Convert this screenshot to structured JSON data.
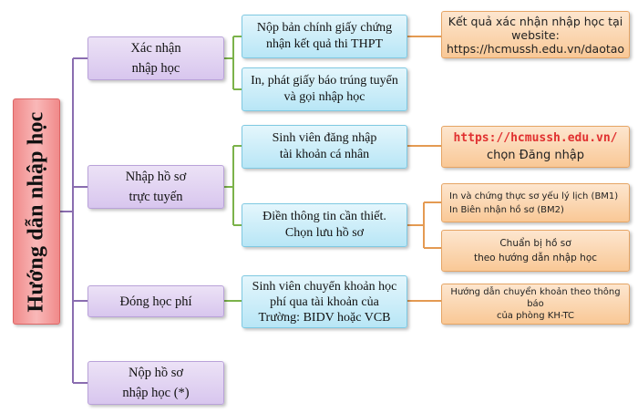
{
  "root": {
    "label": "Hướng dẫn nhập học"
  },
  "steps": [
    {
      "label": "Xác nhận\nnhập học"
    },
    {
      "label": "Nhập hồ sơ\ntrực tuyến"
    },
    {
      "label": "Đóng học phí"
    },
    {
      "label": "Nộp hồ sơ\nnhập học (*)"
    }
  ],
  "substeps": [
    {
      "label": "Nộp bản chính giấy chứng\nnhận kết quả thi THPT"
    },
    {
      "label": "In, phát giấy báo trúng tuyển\nvà gọi nhập học"
    },
    {
      "label": "Sinh viên đăng nhập\ntài khoản cá nhân"
    },
    {
      "label": "Điền thông tin cần thiết.\nChọn lưu hồ sơ"
    },
    {
      "label": "Sinh viên chuyển khoản học\nphí qua tài khoản của\nTrường: BIDV hoặc VCB"
    }
  ],
  "details": [
    {
      "label": "Kết quả xác nhận nhập học tại\nwebsite:\nhttps://hcmussh.edu.vn/daotao"
    },
    {
      "link": "https://hcmussh.edu.vn/",
      "label": "chọn Đăng nhập"
    },
    {
      "label": "In và chứng thực sơ yếu lý lịch (BM1)\nIn Biên nhận hồ sơ (BM2)"
    },
    {
      "label": "Chuẩn bị hồ sơ\ntheo hướng dẫn nhập học"
    },
    {
      "label": "Hướng dẫn chuyển khoản theo thông báo\ncủa phòng KH-TC"
    }
  ],
  "colors": {
    "root": "#f4a4a4",
    "step": "#ddcdef",
    "substep": "#c4ebf8",
    "detail": "#fbd3a9",
    "link": "#e03030",
    "connector": "#8a6db0"
  }
}
